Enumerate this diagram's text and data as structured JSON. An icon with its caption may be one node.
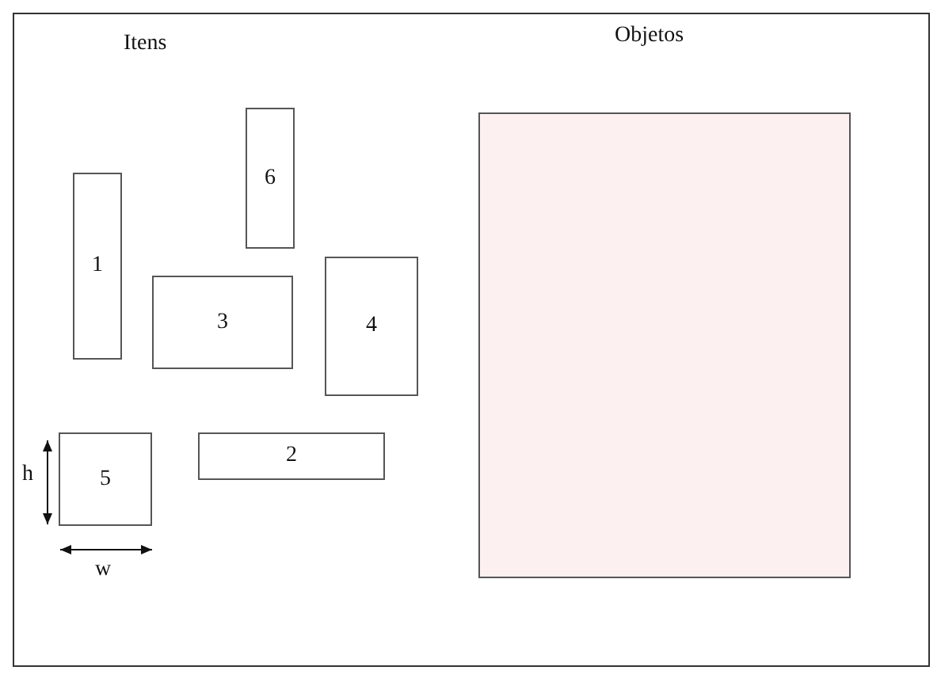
{
  "diagram": {
    "nodes": [
      {
        "text": [
          "6"
        ]
      },
      {
        "text": [
          "1"
        ]
      },
      {
        "text": [
          "3"
        ]
      },
      {
        "text": [
          "4"
        ]
      },
      {
        "text": [
          "5"
        ]
      },
      {
        "text": [
          "2"
        ]
      },
      {
        "text": [],
        "shape": "box"
      }
    ],
    "labels": [
      "Itens",
      "Objetos",
      "h",
      "w"
    ]
  }
}
